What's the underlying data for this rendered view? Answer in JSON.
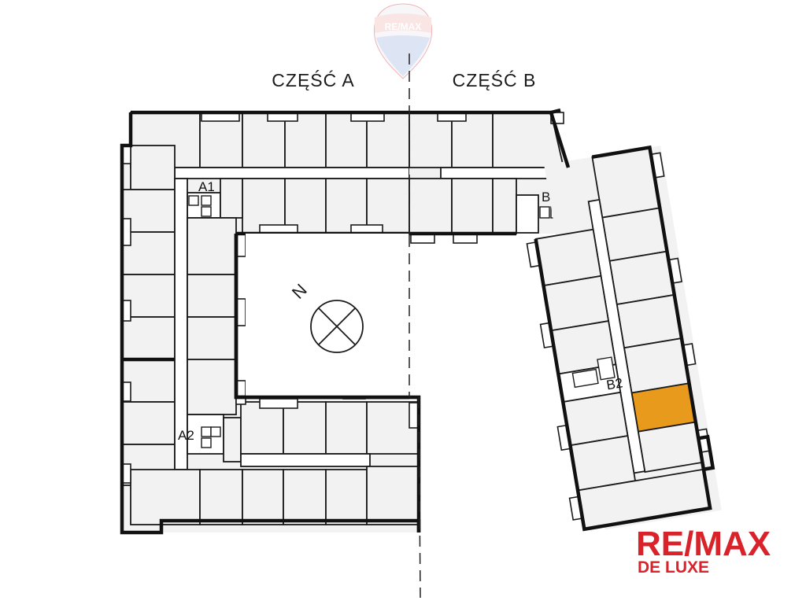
{
  "sections": {
    "a_label": "CZĘŚĆ A",
    "b_label": "CZĘŚĆ B"
  },
  "cores": {
    "a1": "A1",
    "a2": "A2",
    "b1": "B1",
    "b2": "B2"
  },
  "compass": {
    "north_label": "N"
  },
  "highlight": {
    "color": "#e89a1c"
  },
  "logo": {
    "brand": "RE/MAX",
    "sub": "DE LUXE",
    "color": "#d9222a",
    "blue": "#1f4fa3"
  }
}
